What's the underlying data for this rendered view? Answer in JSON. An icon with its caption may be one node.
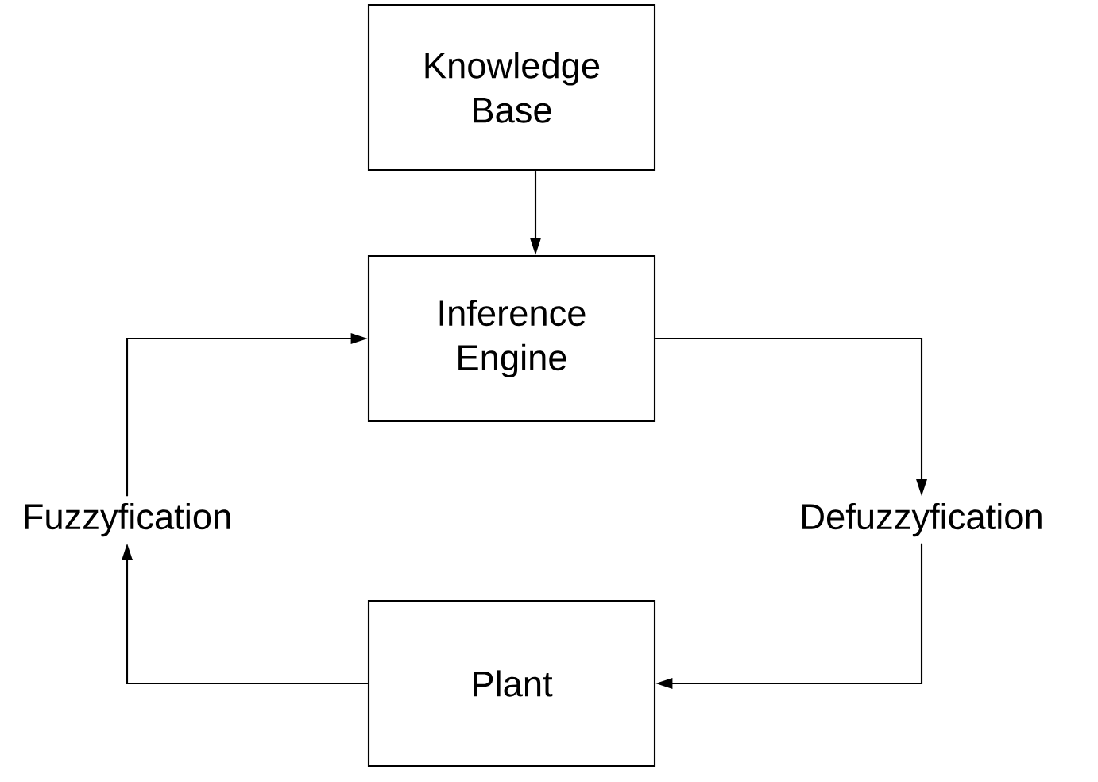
{
  "diagram": {
    "nodes": [
      {
        "text": [
          "Knowledge Base"
        ]
      },
      {
        "text": [
          "Inference Engine"
        ]
      },
      {
        "text": [
          "Fuzzyfication"
        ]
      },
      {
        "text": [
          "Defuzzyfication"
        ]
      },
      {
        "text": [
          "Plant"
        ]
      }
    ],
    "edges": [
      {
        "from": 0,
        "to": 1,
        "arrow": "to"
      },
      {
        "from": 2,
        "to": 1,
        "arrow": "to"
      },
      {
        "from": 1,
        "to": 3,
        "arrow": "to"
      },
      {
        "from": 3,
        "to": 4,
        "arrow": "to"
      },
      {
        "from": 4,
        "to": 2,
        "arrow": "to"
      }
    ]
  }
}
